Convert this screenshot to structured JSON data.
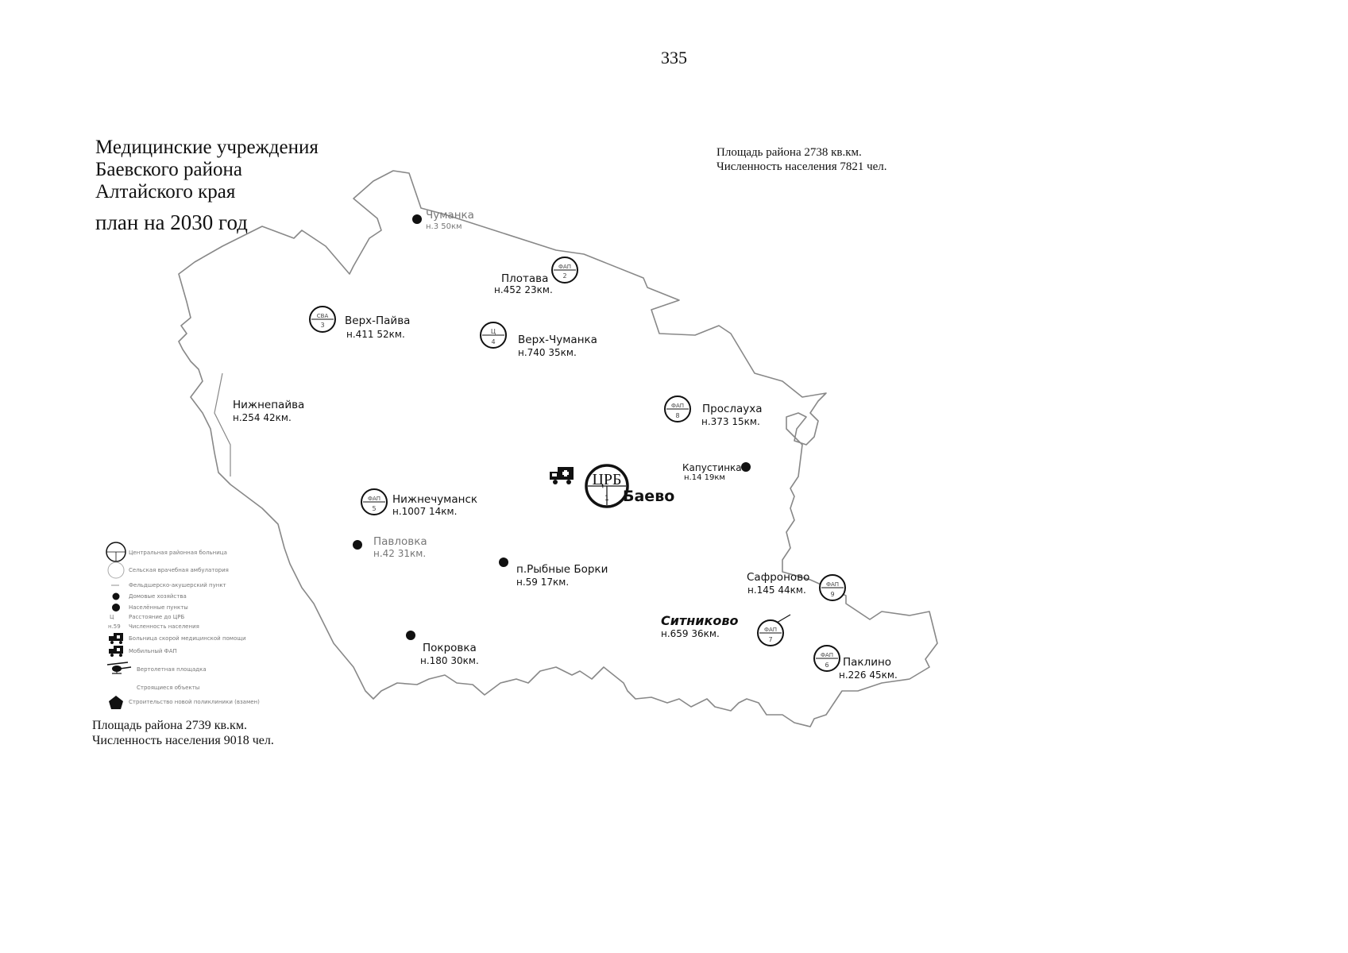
{
  "page_number": "335",
  "title": {
    "line1": "Медицинские учреждения",
    "line2": "Баевского района",
    "line3": "Алтайского края",
    "plan": "план на 2030 год"
  },
  "stats_top": {
    "area": "Площадь района   2738 кв.км.",
    "population": "Численность населения  7821 чел."
  },
  "stats_bottom": {
    "area": "Площадь района    2739 кв.км.",
    "population": "Численность населения    9018 чел."
  },
  "villages": {
    "chumanka": {
      "name": "Чуманка",
      "info": "н.3     50км"
    },
    "plotava": {
      "name": "Плотава",
      "info": "н.452 23км.",
      "badge_top": "ФАП",
      "badge_num": "2"
    },
    "verkh_payva": {
      "name": "Верх-Пайва",
      "info": "н.411   52км.",
      "badge_top": "СВА",
      "badge_num": "3"
    },
    "verkh_chumanka": {
      "name": "Верх-Чуманка",
      "info": "н.740       35км.",
      "badge_top": "Ц",
      "badge_num": "4"
    },
    "nizhnepayva": {
      "name": "Нижнепайва",
      "info": "н.254     42км."
    },
    "proslaukha": {
      "name": "Прослауха",
      "info": "н.373   15км.",
      "badge_top": "ФАП",
      "badge_num": "8"
    },
    "kapustinka": {
      "name": "Капустинка",
      "info": "н.14          19км"
    },
    "baevo": {
      "name": "Баево",
      "badge_top": "ЦРБ",
      "badge_num": "1"
    },
    "nizhnechumansk": {
      "name": "Нижнечуманск",
      "info": "н.1007          14км.",
      "badge_top": "ФАП",
      "badge_num": "5"
    },
    "pavlovka": {
      "name": "Павловка",
      "info": "н.42   31км."
    },
    "rybnye_borki": {
      "name": "п.Рыбные Борки",
      "info": "н.59                17км."
    },
    "safronovo": {
      "name": "Сафроново",
      "info": "н.145   44км.",
      "badge_top": "ФАП",
      "badge_num": "9"
    },
    "sitnikovo": {
      "name": "Ситниково",
      "info": "н.659       36км.",
      "badge_top": "ФАП",
      "badge_num": "7"
    },
    "paklino": {
      "name": "Паклино",
      "info": "н.226  45км.",
      "badge_top": "ФАП",
      "badge_num": "6"
    },
    "pokrovka": {
      "name": "Покровка",
      "info": "н.180  30км."
    }
  },
  "legend": {
    "items": [
      {
        "label": "Центральная районная больница",
        "icon": "crb-circle-icon"
      },
      {
        "label": "Сельская врачебная амбулатория",
        "icon": "sva-circle-icon"
      },
      {
        "label": "Фельдшерско-акушерский пункт",
        "icon": "fap-icon"
      },
      {
        "label": "Домовые хозяйства",
        "icon": "dot-icon"
      },
      {
        "label": "Населённые пункты",
        "icon": "dot-icon"
      },
      {
        "label": "Расстояние до ЦРБ",
        "icon": "text-icon"
      },
      {
        "label": "Численность населения",
        "icon": "text-icon"
      },
      {
        "label": "Больница скорой медицинской помощи",
        "icon": "ambulance-icon"
      },
      {
        "label": "Мобильный ФАП",
        "icon": "ambulance-icon"
      },
      {
        "label": "Вертолетная площадка",
        "icon": "helicopter-icon"
      },
      {
        "label": "Строящиеся объекты",
        "icon": "none"
      },
      {
        "label": "Строительство новой поликлиники (взамен)",
        "icon": "pentagon-icon"
      }
    ],
    "codes": [
      "Ц",
      "н.59"
    ]
  }
}
